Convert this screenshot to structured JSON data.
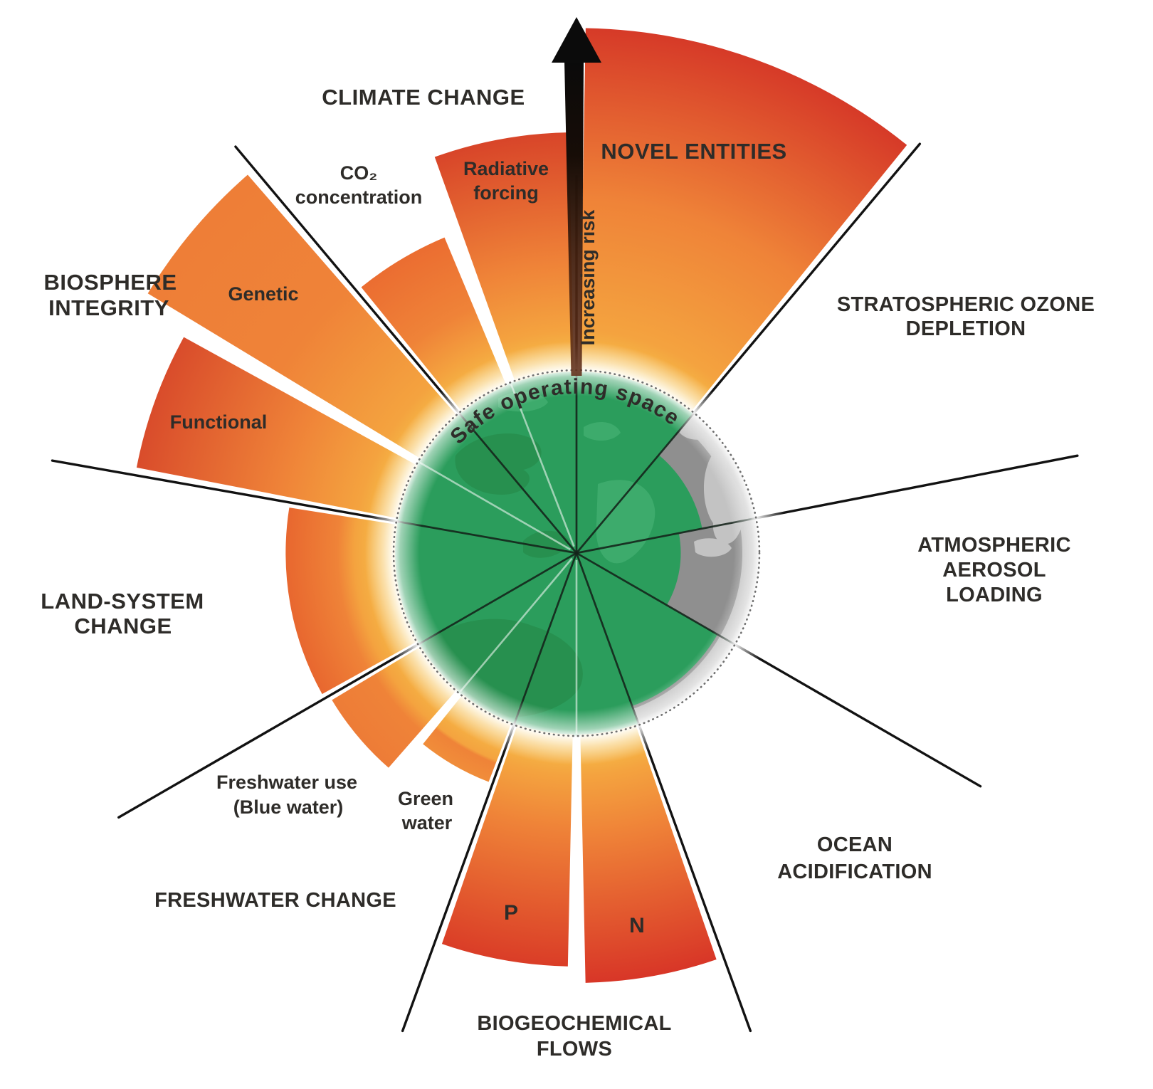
{
  "labels": {
    "climate_change": "CLIMATE CHANGE",
    "co2_line1": "CO₂",
    "co2_line2": "concentration",
    "radiative_line1": "Radiative",
    "radiative_line2": "forcing",
    "novel_entities": "NOVEL ENTITIES",
    "ozone_line1": "STRATOSPHERIC OZONE",
    "ozone_line2": "DEPLETION",
    "aerosol_line1": "ATMOSPHERIC",
    "aerosol_line2": "AEROSOL",
    "aerosol_line3": "LOADING",
    "ocean_line1": "OCEAN",
    "ocean_line2": "ACIDIFICATION",
    "biogeochemical_line1": "BIOGEOCHEMICAL",
    "biogeochemical_line2": "FLOWS",
    "phosphorus": "P",
    "nitrogen": "N",
    "freshwater_change": "FRESHWATER CHANGE",
    "bluewater_line1": "Freshwater use",
    "bluewater_line2": "(Blue water)",
    "greenwater_line1": "Green",
    "greenwater_line2": "water",
    "land_system_line1": "LAND-SYSTEM",
    "land_system_line2": "CHANGE",
    "biosphere_line1": "BIOSPHERE",
    "biosphere_line2": "INTEGRITY",
    "genetic": "Genetic",
    "functional": "Functional",
    "safe_operating_space": "Safe operating space",
    "increasing_risk": "Increasing risk"
  },
  "colors": {
    "background": "#ffffff",
    "safe_green_ocean": "#2b9d5c",
    "safe_green_land_dark": "#27904f",
    "safe_green_land_light": "#3dab6c",
    "gray_zone_ocean": "#8f8f8f",
    "gray_zone_land": "#c3c3c3",
    "gray_rim_band": "#c9c9c9",
    "wedge_rim_yellow": "#f7c94d",
    "wedge_orange": "#ef8338",
    "wedge_deep_red": "#d63a28",
    "divider_black": "#121212",
    "dashed_boundary": "#6f6f6f",
    "arrow_black": "#0b0b0b",
    "text_dark": "#2e2c29",
    "safe_text_green": "#d7ec9f",
    "risk_text_tan": "#8d7c55"
  },
  "chart_data": {
    "type": "polar-wedge (planetary boundaries radial chart)",
    "center_label": "Safe operating space",
    "axis_label": "Increasing risk",
    "boundary_radius": 1.0,
    "angle_convention": "degrees clockwise from 12 o'clock; level is radius relative to the safe boundary circle",
    "sectors": [
      {
        "group": "CLIMATE CHANGE",
        "name": "CO₂ concentration",
        "a0": 321,
        "a1": 337.3,
        "level": 1.87,
        "status": "transgressed",
        "tip_color": "#eb6d31"
      },
      {
        "group": "CLIMATE CHANGE",
        "name": "Radiative forcing",
        "a0": 340.3,
        "a1": 359,
        "level": 2.3,
        "status": "transgressed",
        "tip_color": "#d84529"
      },
      {
        "group": "NOVEL ENTITIES",
        "name": "Novel entities",
        "a0": 1,
        "a1": 39,
        "level": 2.87,
        "status": "transgressed",
        "tip_color": "#d63a28"
      },
      {
        "group": "STRATOSPHERIC OZONE DEPLETION",
        "name": "Stratospheric ozone depletion",
        "a0": 40,
        "a1": 79,
        "level": 0.7,
        "status": "within boundary",
        "tip_color": null
      },
      {
        "group": "ATMOSPHERIC AEROSOL LOADING",
        "name": "Atmospheric aerosol loading",
        "a0": 79,
        "a1": 120,
        "level": 0.57,
        "status": "within boundary",
        "tip_color": null
      },
      {
        "group": "OCEAN ACIDIFICATION",
        "name": "Ocean acidification",
        "a0": 120,
        "a1": 160,
        "level": 0.89,
        "status": "within boundary",
        "tip_color": null
      },
      {
        "group": "BIOGEOCHEMICAL FLOWS",
        "name": "N",
        "a0": 161,
        "a1": 178.8,
        "level": 2.35,
        "status": "transgressed",
        "tip_color": "#d83627"
      },
      {
        "group": "BIOGEOCHEMICAL FLOWS",
        "name": "P",
        "a0": 181.2,
        "a1": 199,
        "level": 2.26,
        "status": "transgressed",
        "tip_color": "#da3d27"
      },
      {
        "group": "FRESHWATER CHANGE",
        "name": "Green water",
        "a0": 201,
        "a1": 218.8,
        "level": 1.34,
        "status": "transgressed",
        "tip_color": "#f08d3a"
      },
      {
        "group": "FRESHWATER CHANGE",
        "name": "Freshwater use (Blue water)",
        "a0": 221.2,
        "a1": 239,
        "level": 1.56,
        "status": "transgressed",
        "tip_color": "#ed7c37"
      },
      {
        "group": "LAND-SYSTEM CHANGE",
        "name": "Land-system change",
        "a0": 241,
        "a1": 279,
        "level": 1.59,
        "status": "transgressed",
        "tip_color": "#e8672f"
      },
      {
        "group": "BIOSPHERE INTEGRITY",
        "name": "Functional",
        "a0": 281,
        "a1": 298.8,
        "level": 2.45,
        "status": "transgressed",
        "tip_color": "#d94c2b"
      },
      {
        "group": "BIOSPHERE INTEGRITY",
        "name": "Genetic",
        "a0": 301.2,
        "a1": 319,
        "level": 2.74,
        "status": "transgressed",
        "tip_color": "#ee7e37"
      }
    ],
    "dividers": [
      {
        "angle": 0,
        "r": 2.06
      },
      {
        "angle": 40,
        "r": 2.92
      },
      {
        "angle": 79,
        "r": 2.79
      },
      {
        "angle": 120,
        "r": 2.55
      },
      {
        "angle": 160,
        "r": 2.78
      },
      {
        "angle": 200,
        "r": 2.78
      },
      {
        "angle": 240,
        "r": 2.89
      },
      {
        "angle": 280,
        "r": 2.91
      },
      {
        "angle": 320,
        "r": 2.9
      }
    ],
    "sub_dividers": [
      180,
      220,
      300,
      338.8
    ]
  }
}
